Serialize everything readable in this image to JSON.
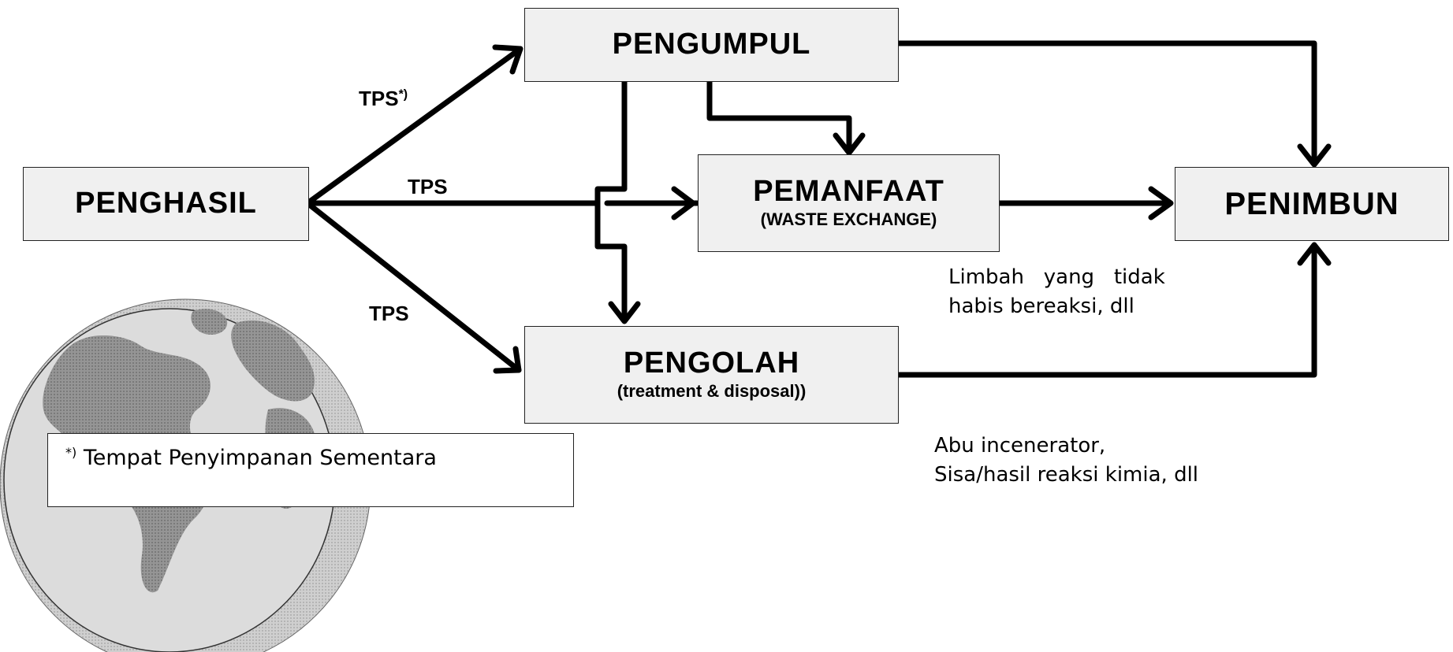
{
  "nodes": {
    "penghasil": {
      "title": "PENGHASIL"
    },
    "pengumpul": {
      "title": "PENGUMPUL"
    },
    "pemanfaat": {
      "title": "PEMANFAAT",
      "subtitle": "(WASTE EXCHANGE)"
    },
    "pengolah": {
      "title": "PENGOLAH",
      "subtitle": "(treatment & disposal))"
    },
    "penimbun": {
      "title": "PENIMBUN"
    }
  },
  "edge_labels": {
    "tps_upper": {
      "text": "TPS",
      "mark": "*)"
    },
    "tps_middle": "TPS",
    "tps_lower": "TPS"
  },
  "notes": {
    "pemanfaat_note": [
      "Limbah   yang   tidak",
      "habis bereaksi, dll"
    ],
    "pengolah_note": [
      "Abu incenerator,",
      "Sisa/hasil reaksi kimia, dll"
    ]
  },
  "legend": {
    "mark": "*)",
    "text": "Tempat Penyimpanan Sementara"
  },
  "colors": {
    "box_fill": "#f0f0f0",
    "arrow": "#000000",
    "globe_light": "#d2d2d2",
    "globe_dark": "#8c8c8c"
  }
}
